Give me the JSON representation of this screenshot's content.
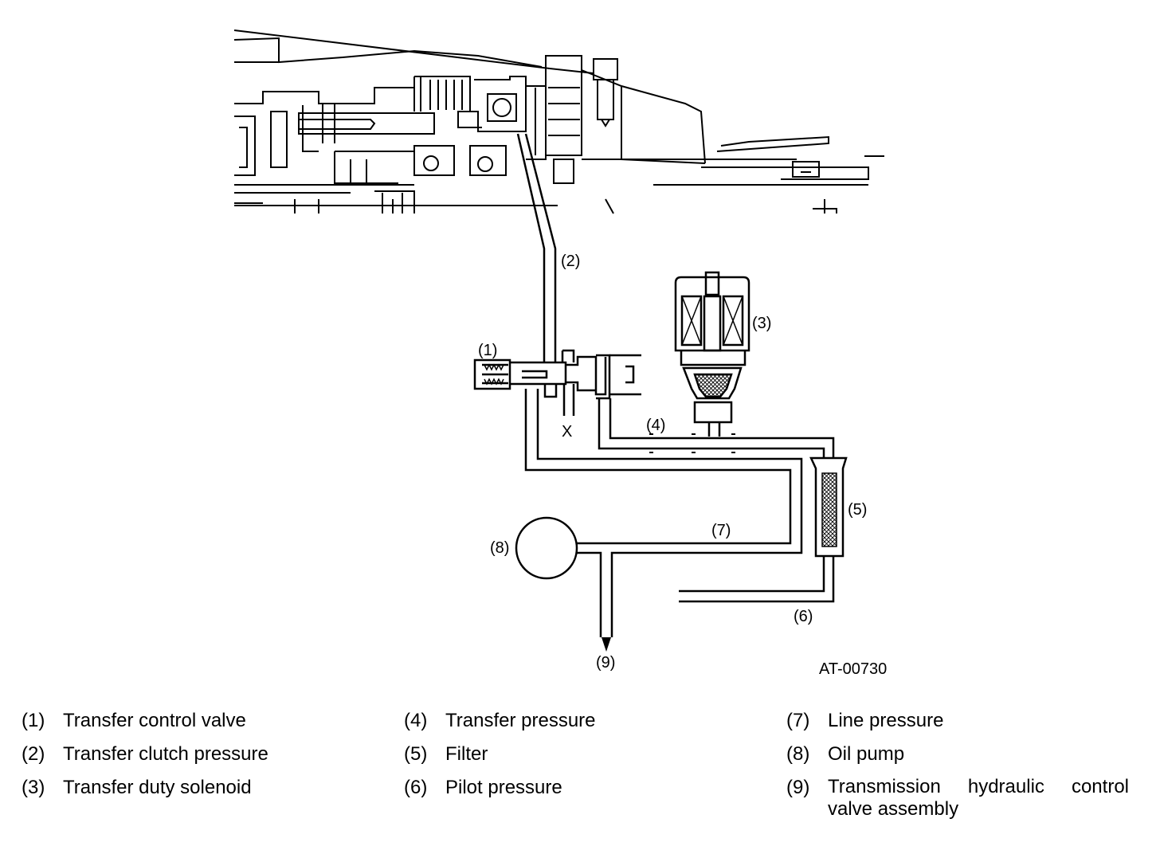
{
  "diagram": {
    "figure_code": "AT-00730",
    "callouts": {
      "c1": "(1)",
      "c2": "(2)",
      "c3": "(3)",
      "c4": "(4)",
      "c5": "(5)",
      "c6": "(6)",
      "c7": "(7)",
      "c8": "(8)",
      "c9": "(9)",
      "drain": "X"
    }
  },
  "legend": [
    {
      "num": "(1)",
      "text": "Transfer control valve"
    },
    {
      "num": "(2)",
      "text": "Transfer clutch pressure"
    },
    {
      "num": "(3)",
      "text": "Transfer duty solenoid"
    },
    {
      "num": "(4)",
      "text": "Transfer pressure"
    },
    {
      "num": "(5)",
      "text": "Filter"
    },
    {
      "num": "(6)",
      "text": "Pilot pressure"
    },
    {
      "num": "(7)",
      "text": "Line pressure"
    },
    {
      "num": "(8)",
      "text": "Oil pump"
    },
    {
      "num": "(9)",
      "text": "Transmission hydraulic control valve assembly"
    }
  ]
}
